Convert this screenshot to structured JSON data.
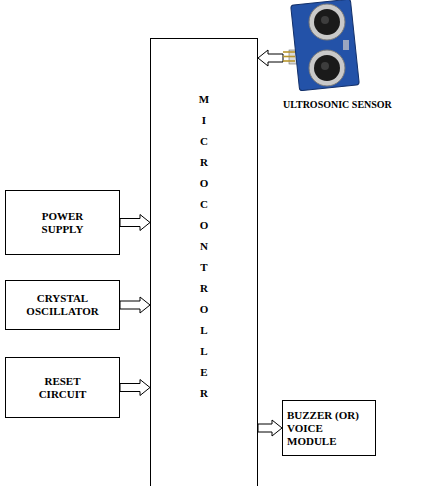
{
  "diagram": {
    "nodes": [
      {
        "text": [
          "MICROCONTROLLER"
        ]
      },
      {
        "text": [
          "ULTROSONIC SENSOR"
        ]
      },
      {
        "text": [
          "POWER SUPPLY"
        ]
      },
      {
        "text": [
          "CRYSTAL OSCILLATOR"
        ]
      },
      {
        "text": [
          "RESET CIRCUIT"
        ]
      },
      {
        "text": [
          "BUZZER (OR) VOICE MODULE"
        ]
      }
    ],
    "edges": [
      {
        "from": 1,
        "to": 0,
        "arrow": "to"
      },
      {
        "from": 2,
        "to": 0,
        "arrow": "to"
      },
      {
        "from": 3,
        "to": 0,
        "arrow": "to"
      },
      {
        "from": 4,
        "to": 0,
        "arrow": "to"
      },
      {
        "from": 0,
        "to": 5,
        "arrow": "to"
      }
    ]
  }
}
